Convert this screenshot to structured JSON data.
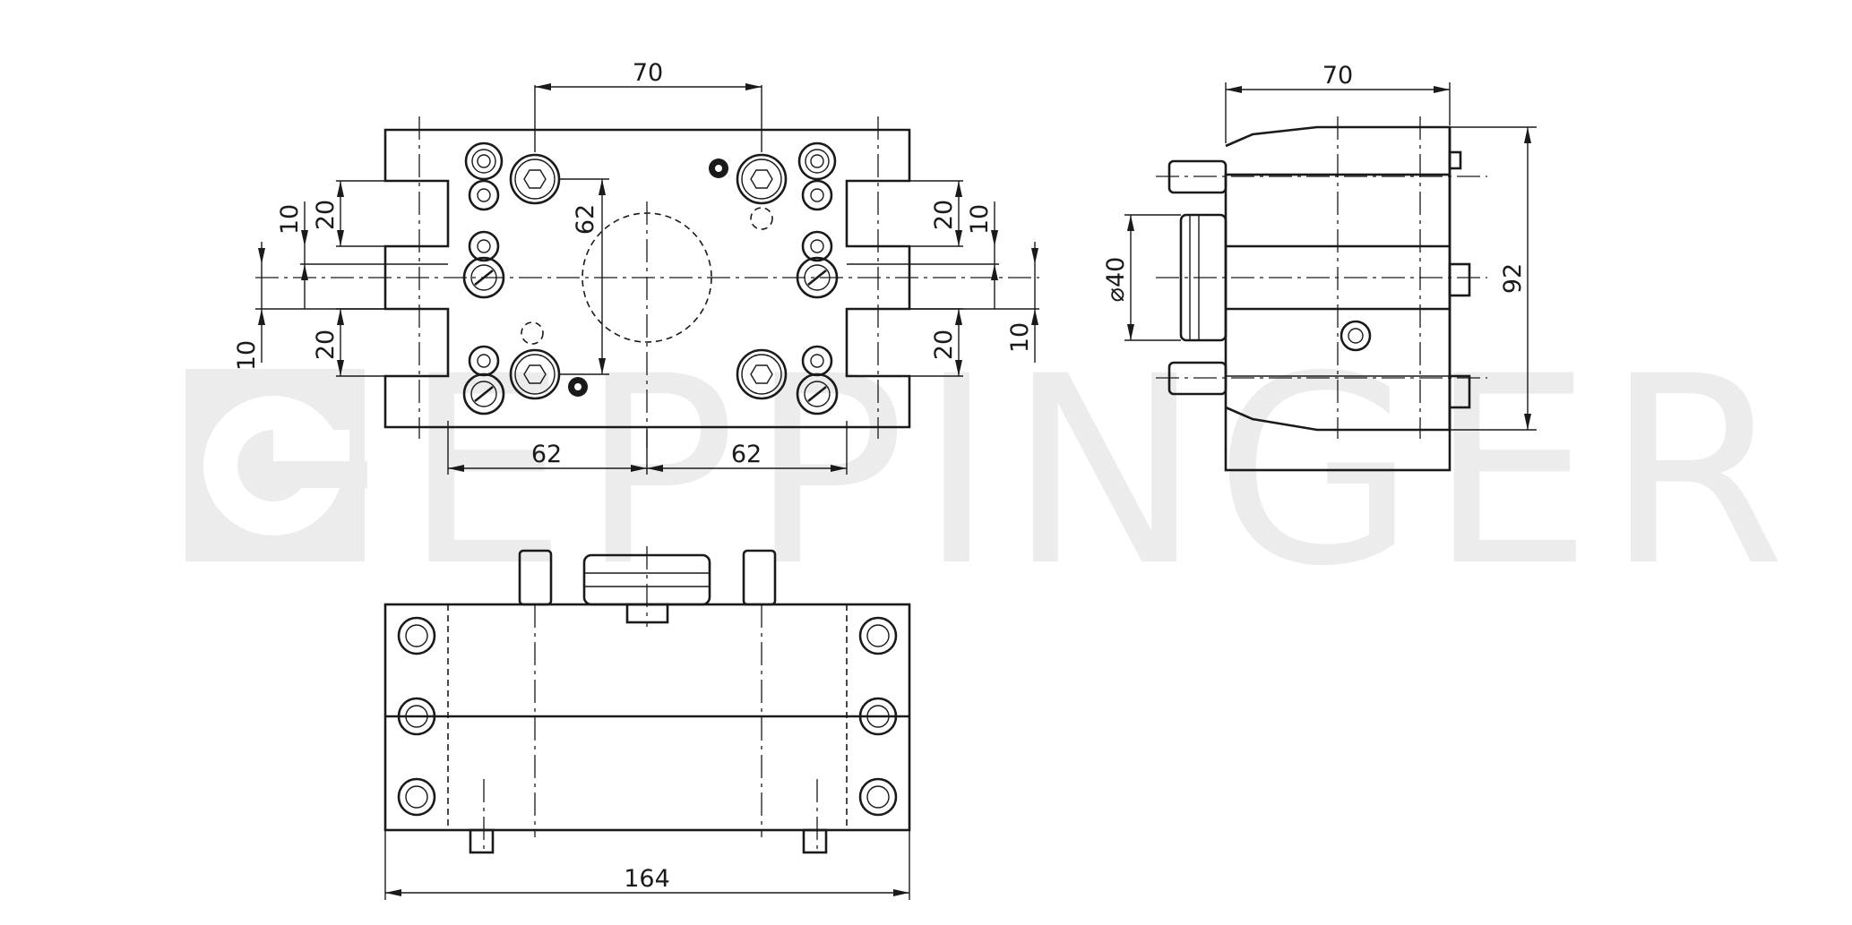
{
  "watermark": {
    "text": "EPPINGER",
    "color": "#ececec"
  },
  "colors": {
    "line": "#1a1a1a",
    "background": "#ffffff"
  },
  "views": {
    "front": {
      "dims": {
        "top_width": "70",
        "left_pitch": "62",
        "right_pitch": "62",
        "vertical_pitch": "62",
        "left_slot_upper": "20",
        "left_slot_lower": "20",
        "right_slot_upper": "20",
        "right_slot_lower": "20",
        "left_offset_upper": "10",
        "left_offset_lower": "10",
        "right_offset_upper": "10",
        "right_offset_lower": "10"
      }
    },
    "side": {
      "dims": {
        "width": "70",
        "height": "92",
        "diameter": "⌀40"
      }
    },
    "bottom": {
      "dims": {
        "overall_width": "164"
      }
    }
  }
}
